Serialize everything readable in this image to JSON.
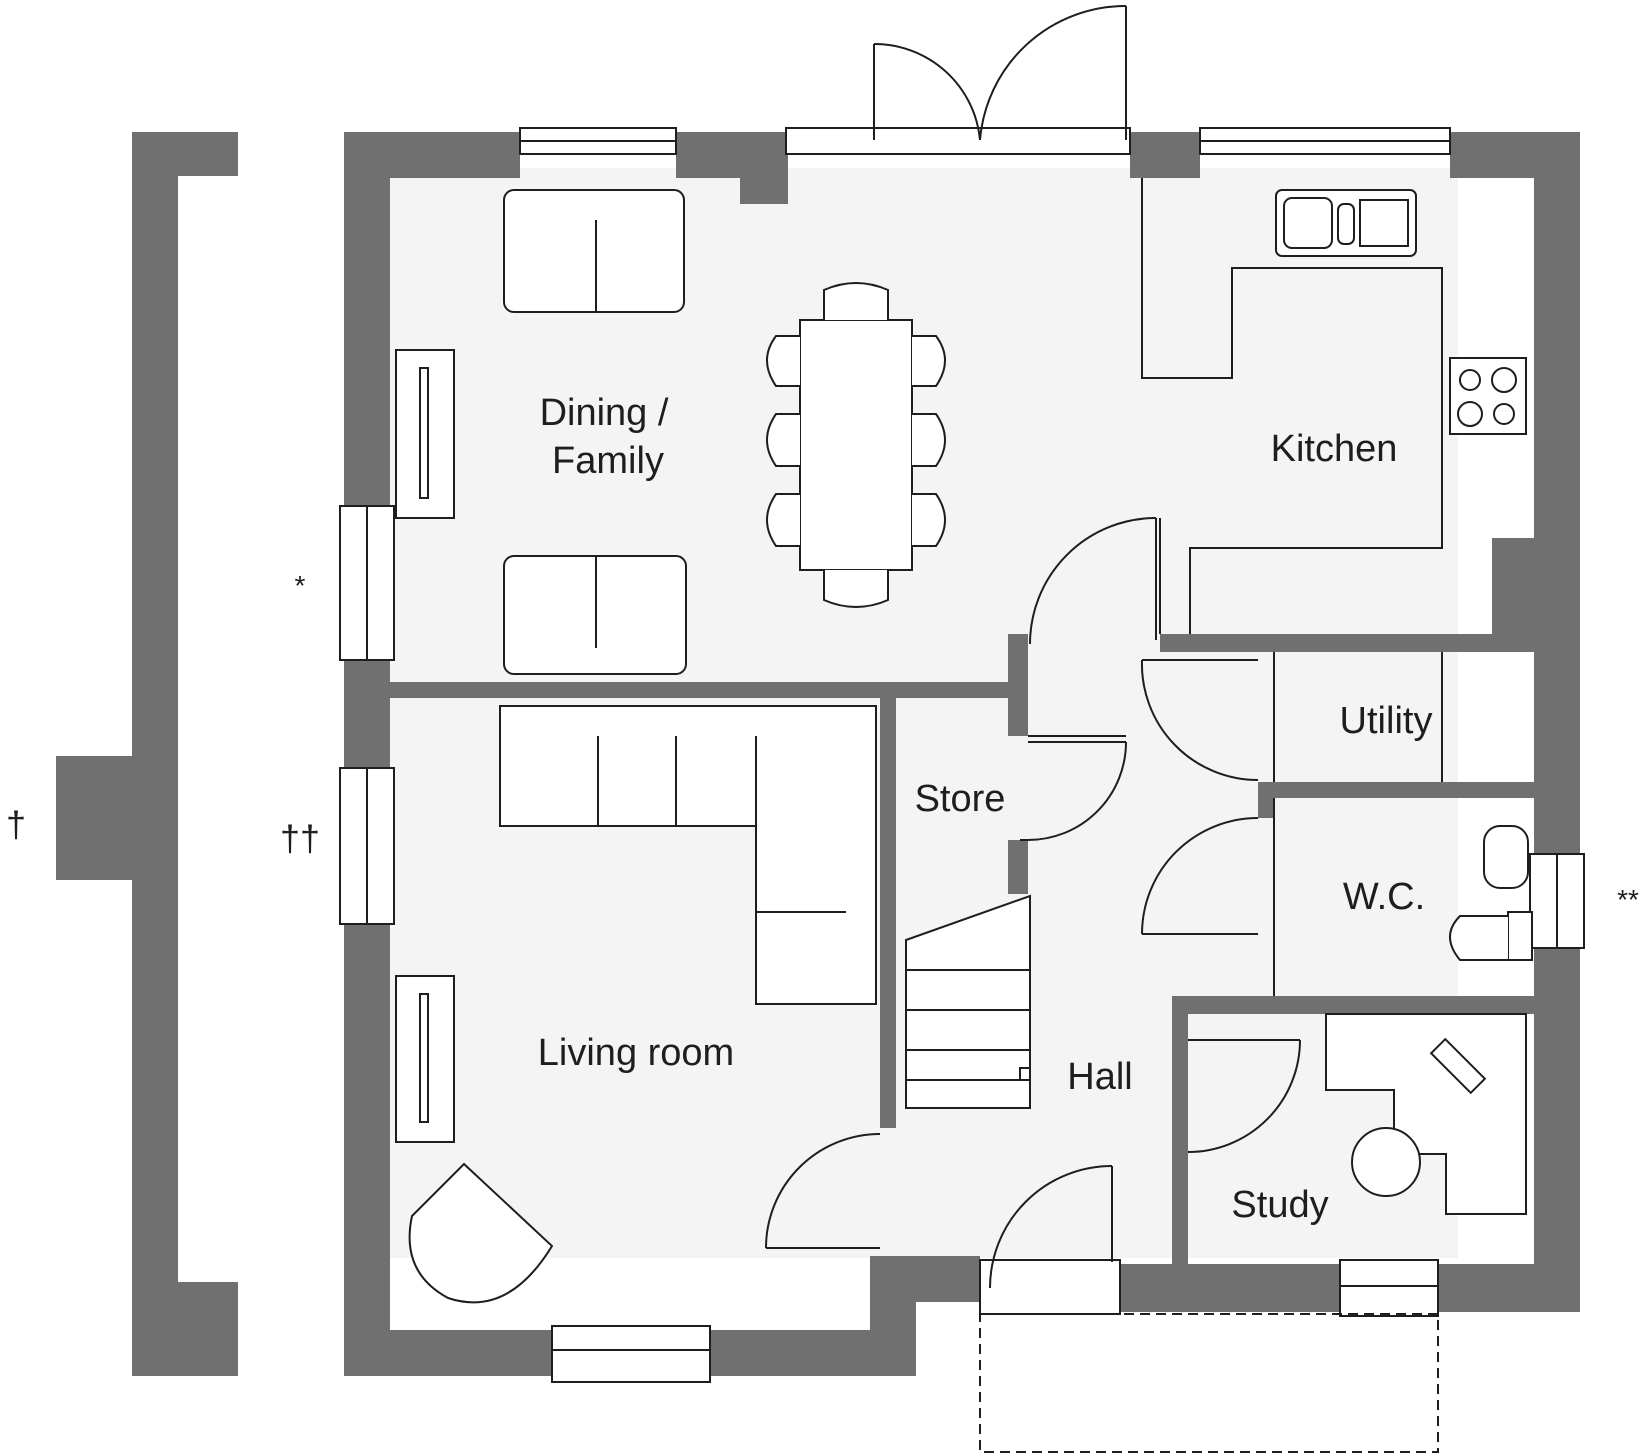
{
  "colors": {
    "wall": "#707070",
    "floor": "#f4f4f4",
    "line": "#1e1e1e",
    "background": "#ffffff"
  },
  "rooms": {
    "dining_line1": "Dining /",
    "dining_line2": "Family",
    "kitchen": "Kitchen",
    "utility": "Utility",
    "wc": "W.C.",
    "store": "Store",
    "hall": "Hall",
    "living": "Living room",
    "study": "Study"
  },
  "marks": {
    "dagger": "†",
    "double_dagger": "††",
    "asterisk": "*",
    "double_asterisk": "**"
  },
  "icons": [
    "sofa-icon",
    "dining-table-icon",
    "chair-icon",
    "sink-icon",
    "hob-icon",
    "toilet-icon",
    "basin-icon",
    "desk-icon",
    "keyboard-icon",
    "armchair-icon",
    "corner-sofa-icon",
    "stairs-icon",
    "door-swing-icon",
    "window-icon",
    "tv-unit-icon"
  ]
}
